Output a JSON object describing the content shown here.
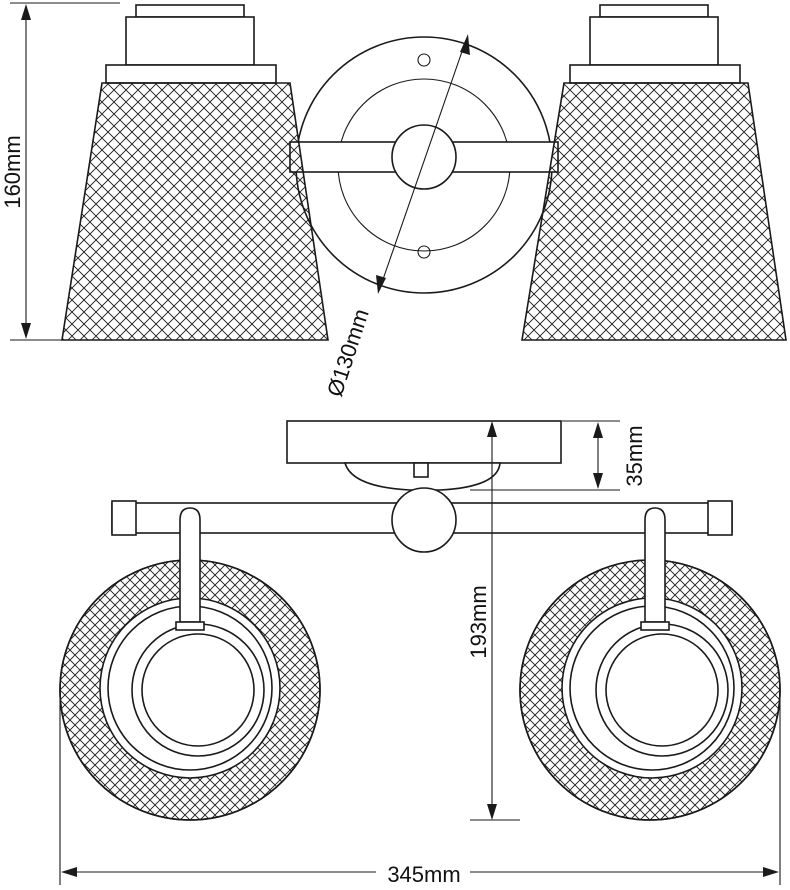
{
  "dimensions": {
    "height_front": "160mm",
    "backplate_diameter": "Ø130mm",
    "backplate_depth": "35mm",
    "projection": "193mm",
    "width": "345mm"
  },
  "colors": {
    "line": "#1a1a1a",
    "background": "#ffffff"
  }
}
